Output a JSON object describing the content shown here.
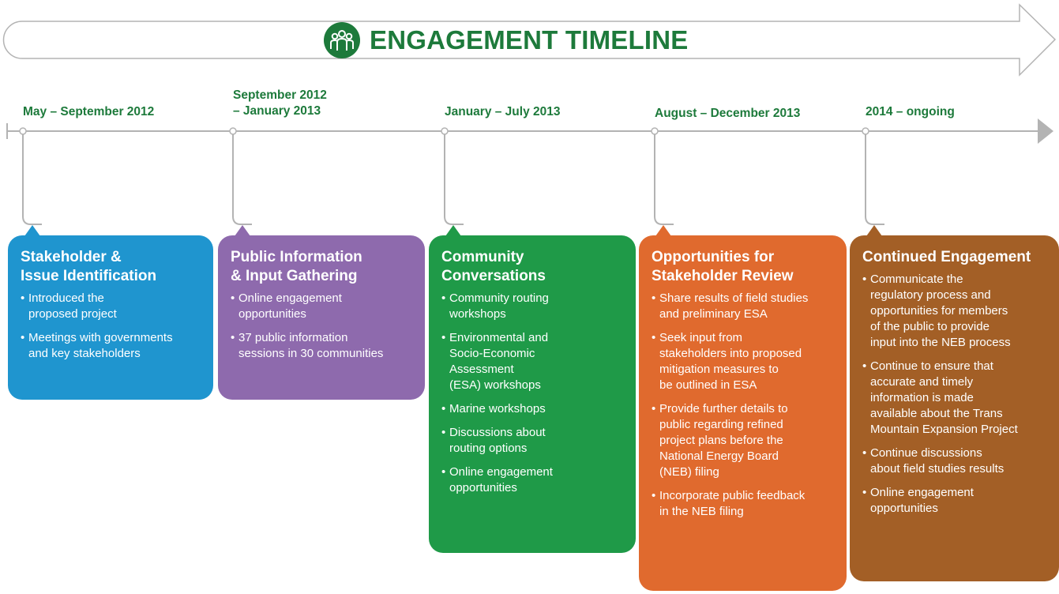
{
  "title": "ENGAGEMENT TIMELINE",
  "title_icon": "people-group-icon",
  "colors": {
    "title_green": "#1d7a3b",
    "timeline_gray": "#b3b3b3",
    "phase1": "#1f95cf",
    "phase2": "#8e6aad",
    "phase3": "#1f9a48",
    "phase4": "#e06a2e",
    "phase5": "#a35f26"
  },
  "phases": [
    {
      "date": [
        "May – September 2012"
      ],
      "title": [
        "Stakeholder &",
        "Issue Identification"
      ],
      "bullets": [
        [
          "Introduced the",
          "proposed project"
        ],
        [
          "Meetings with governments",
          "and key stakeholders"
        ]
      ]
    },
    {
      "date": [
        "September 2012",
        "– January 2013"
      ],
      "title": [
        "Public Information",
        "& Input Gathering"
      ],
      "bullets": [
        [
          "Online engagement",
          "opportunities"
        ],
        [
          "37 public information",
          "sessions in 30 communities"
        ]
      ]
    },
    {
      "date": [
        "January – July 2013"
      ],
      "title": [
        "Community",
        "Conversations"
      ],
      "bullets": [
        [
          "Community routing",
          "workshops"
        ],
        [
          "Environmental and",
          "Socio-Economic",
          "Assessment",
          "(ESA) workshops"
        ],
        [
          "Marine workshops"
        ],
        [
          "Discussions about",
          "routing options"
        ],
        [
          "Online engagement",
          "opportunities"
        ]
      ]
    },
    {
      "date": [
        "August – December 2013"
      ],
      "title": [
        "Opportunities for",
        "Stakeholder Review"
      ],
      "bullets": [
        [
          "Share results of field studies",
          "and preliminary ESA"
        ],
        [
          "Seek input from",
          "stakeholders into proposed",
          "mitigation measures to",
          "be outlined in ESA"
        ],
        [
          "Provide further details to",
          "public regarding refined",
          "project plans before the",
          "National Energy Board",
          "(NEB) filing"
        ],
        [
          "Incorporate public feedback",
          "in the NEB filing"
        ]
      ]
    },
    {
      "date": [
        "2014 – ongoing"
      ],
      "title": [
        "Continued Engagement"
      ],
      "bullets": [
        [
          "Communicate the",
          "regulatory process and",
          "opportunities for members",
          "of the public to provide",
          "input into the NEB process"
        ],
        [
          "Continue to ensure that",
          "accurate and timely",
          "information is made",
          "available about the Trans",
          "Mountain Expansion Project"
        ],
        [
          "Continue discussions",
          "about field studies results"
        ],
        [
          "Online engagement",
          "opportunities"
        ]
      ]
    }
  ]
}
